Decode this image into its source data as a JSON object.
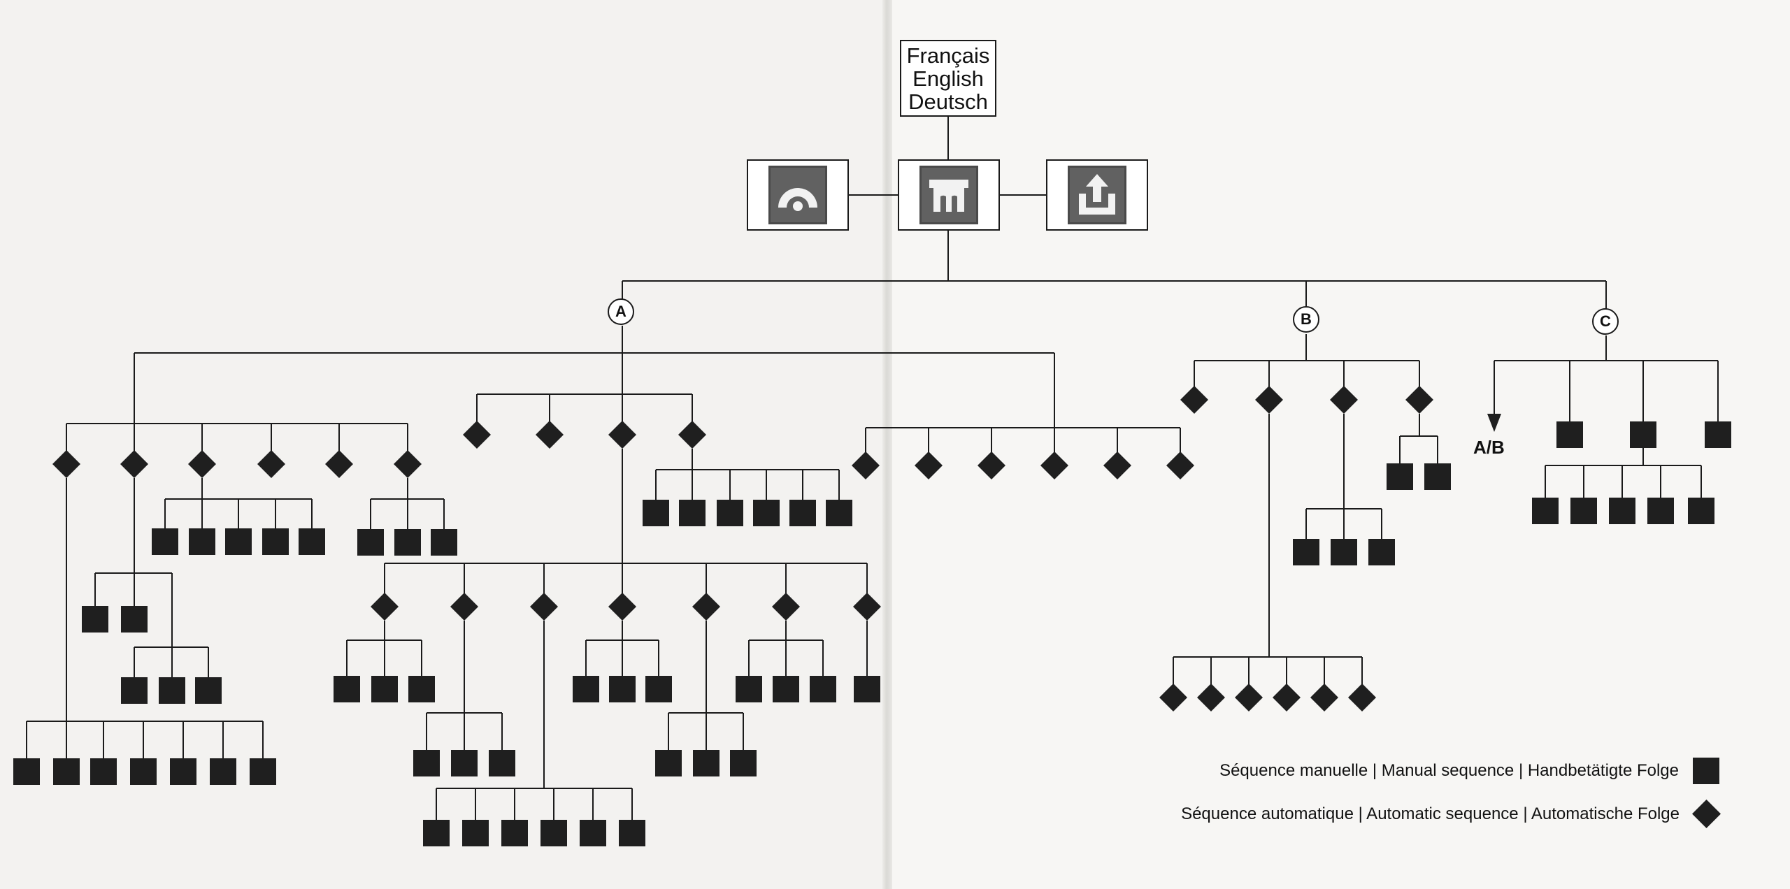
{
  "language_box": {
    "lines": [
      "Français",
      "English",
      "Deutsch"
    ]
  },
  "icons": {
    "left": "rainbow-arch-icon",
    "center": "bridge-icon",
    "right": "upload-arrow-icon"
  },
  "branch_labels": {
    "a": "A",
    "b": "B",
    "c": "C",
    "ab": "A/B"
  },
  "legend": {
    "manual": "Séquence manuelle | Manual sequence | Handbetätigte Folge",
    "automatic": "Séquence automatique | Automatic sequence | Automatische Folge"
  },
  "colors": {
    "ink": "#1f1f1f",
    "icon_tile": "#5a5a5a",
    "paper_left": "#f3f2f0",
    "paper_right": "#f7f6f4"
  }
}
